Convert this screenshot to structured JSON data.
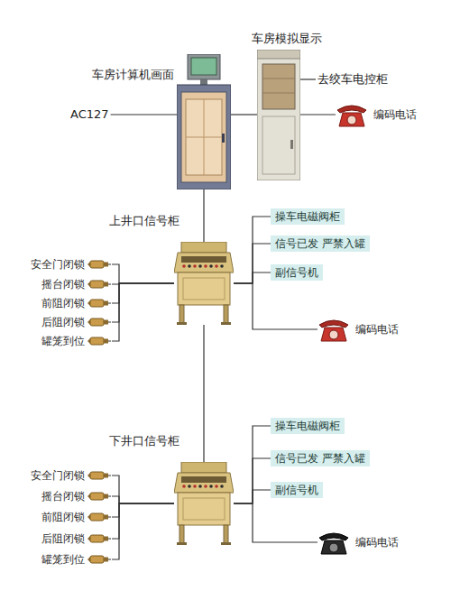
{
  "diagram": {
    "nodes": [
      {
        "text": [
          "AC127"
        ]
      },
      {
        "text": [
          "车房计算机画面"
        ]
      },
      {
        "text": [
          "车房模拟显示"
        ]
      },
      {
        "text": [
          "去绞车电控柜"
        ]
      },
      {
        "text": [
          "编码电话"
        ]
      },
      {
        "text": [
          "上井口信号柜"
        ]
      },
      {
        "text": [
          "安全门闭锁"
        ]
      },
      {
        "text": [
          "摇台闭锁"
        ]
      },
      {
        "text": [
          "前阻闭锁"
        ]
      },
      {
        "text": [
          "后阻闭锁"
        ]
      },
      {
        "text": [
          "罐笼到位"
        ]
      },
      {
        "text": [
          "操车电磁阀柜"
        ]
      },
      {
        "text": [
          "信号已发 严禁入罐"
        ]
      },
      {
        "text": [
          "副信号机"
        ]
      },
      {
        "text": [
          "编码电话"
        ]
      },
      {
        "text": [
          "下井口信号柜"
        ]
      },
      {
        "text": [
          "安全门闭锁"
        ]
      },
      {
        "text": [
          "摇台闭锁"
        ]
      },
      {
        "text": [
          "前阻闭锁"
        ]
      },
      {
        "text": [
          "后阻闭锁"
        ]
      },
      {
        "text": [
          "罐笼到位"
        ]
      },
      {
        "text": [
          "操车电磁阀柜"
        ]
      },
      {
        "text": [
          "信号已发 严禁入罐"
        ]
      },
      {
        "text": [
          "副信号机"
        ]
      },
      {
        "text": [
          "编码电话"
        ]
      }
    ],
    "edges": [
      {
        "from": 0,
        "to": 1,
        "arrow": "none"
      },
      {
        "from": 1,
        "to": 2,
        "arrow": "none"
      },
      {
        "from": 2,
        "to": 3,
        "arrow": "none"
      },
      {
        "from": 2,
        "to": 4,
        "arrow": "none"
      },
      {
        "from": 1,
        "to": 5,
        "arrow": "none"
      },
      {
        "from": 5,
        "to": 11,
        "arrow": "none"
      },
      {
        "from": 5,
        "to": 12,
        "arrow": "none"
      },
      {
        "from": 5,
        "to": 13,
        "arrow": "none"
      },
      {
        "from": 5,
        "to": 14,
        "arrow": "none"
      },
      {
        "from": 5,
        "to": 15,
        "arrow": "none"
      },
      {
        "from": 6,
        "to": 5,
        "arrow": "none"
      },
      {
        "from": 7,
        "to": 5,
        "arrow": "none"
      },
      {
        "from": 8,
        "to": 5,
        "arrow": "none"
      },
      {
        "from": 9,
        "to": 5,
        "arrow": "none"
      },
      {
        "from": 10,
        "to": 5,
        "arrow": "none"
      },
      {
        "from": 15,
        "to": 21,
        "arrow": "none"
      },
      {
        "from": 15,
        "to": 22,
        "arrow": "none"
      },
      {
        "from": 15,
        "to": 23,
        "arrow": "none"
      },
      {
        "from": 15,
        "to": 24,
        "arrow": "none"
      },
      {
        "from": 16,
        "to": 15,
        "arrow": "none"
      },
      {
        "from": 17,
        "to": 15,
        "arrow": "none"
      },
      {
        "from": 18,
        "to": 15,
        "arrow": "none"
      },
      {
        "from": 19,
        "to": 15,
        "arrow": "none"
      },
      {
        "from": 20,
        "to": 15,
        "arrow": "none"
      }
    ]
  }
}
